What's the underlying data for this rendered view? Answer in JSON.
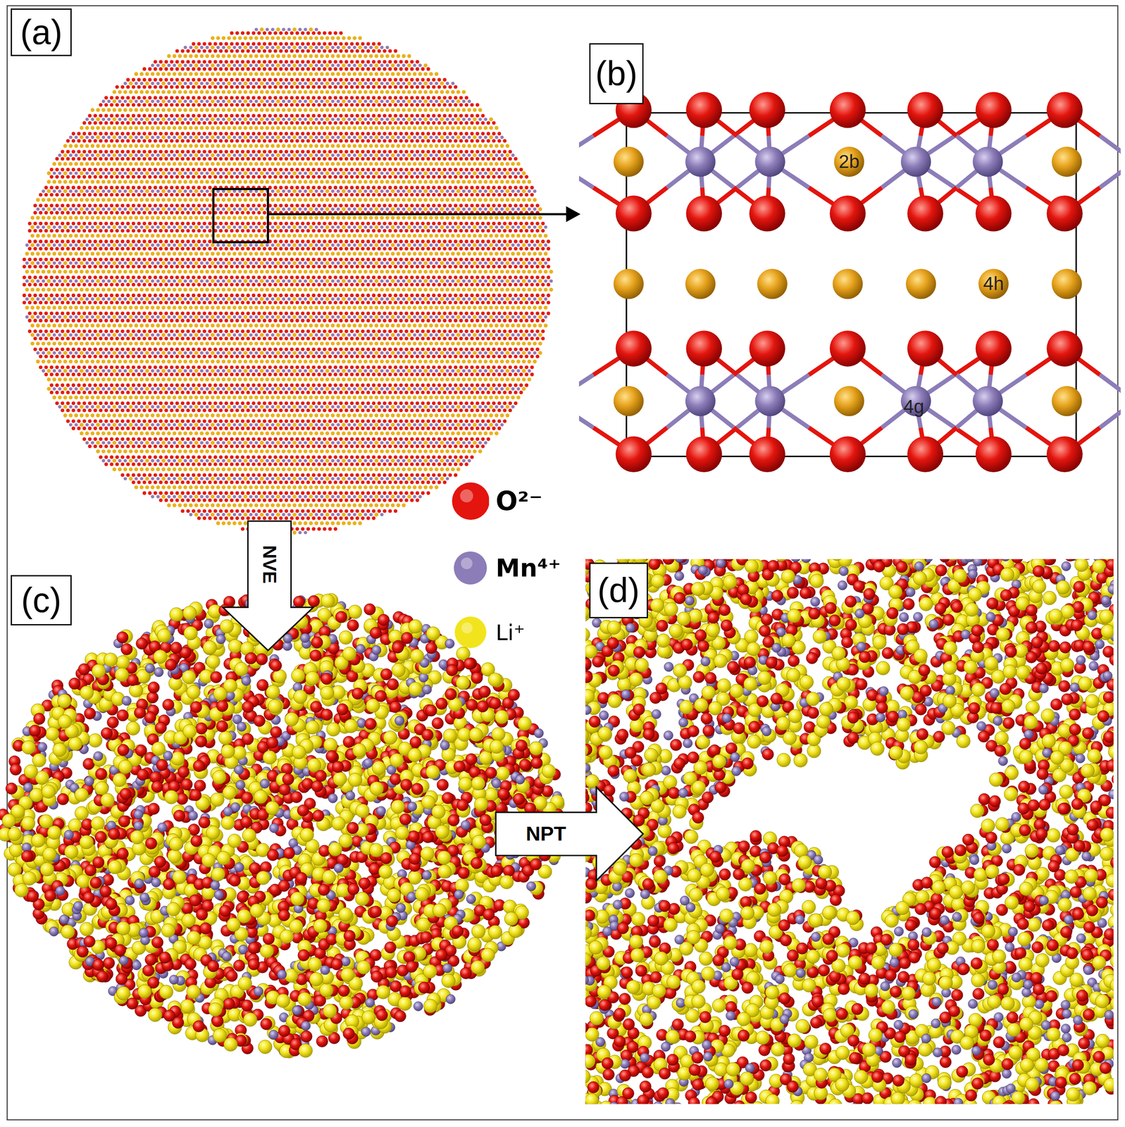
{
  "diagram": {
    "nodes": [
      {
        "text": [
          "(a)"
        ]
      },
      {
        "text": [
          "(b)"
        ]
      },
      {
        "text": [
          "NVE"
        ]
      },
      {
        "text": [
          "(c)"
        ]
      },
      {
        "text": [
          "NPT"
        ]
      },
      {
        "text": [
          "(d)"
        ]
      }
    ],
    "labels": [
      "2b",
      "4h",
      "4g"
    ],
    "legend": [
      {
        "text": "O²⁻",
        "color": "#e3150e"
      },
      {
        "text": "Mn⁴⁺",
        "color": "#8c7db8"
      },
      {
        "text": "Li⁺",
        "color": "#f2e41c"
      }
    ]
  }
}
